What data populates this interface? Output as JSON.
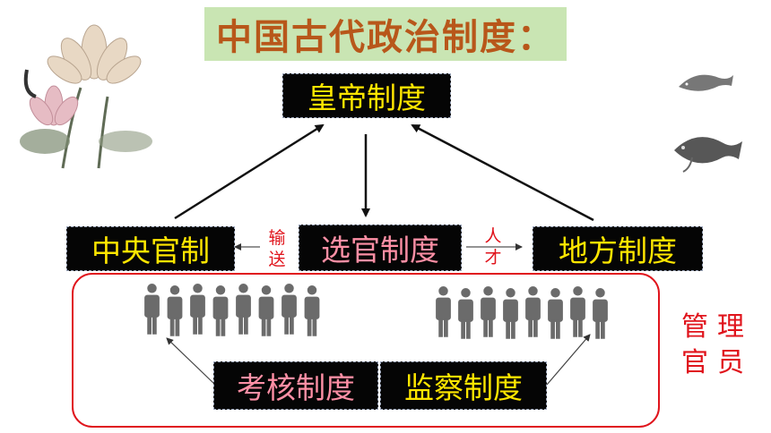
{
  "title": "中国古代政治制度：",
  "nodes": {
    "emperor": "皇帝制度",
    "central": "中央官制",
    "selection": "选官制度",
    "local": "地方制度",
    "assessment": "考核制度",
    "supervision": "监察制度"
  },
  "edge_labels": {
    "left_1": "输",
    "left_2": "送",
    "right_1": "人",
    "right_2": "才"
  },
  "manage_label": {
    "line1": "管理",
    "line2": "官员"
  },
  "colors": {
    "title_bg": "#c9e5b3",
    "title_text": "#b8571a",
    "node_bg": "#050505",
    "node_text_yellow": "#ffe600",
    "node_text_pink": "#ff8fa5",
    "accent_red": "#e0141c",
    "people_gray": "#6b6b6b"
  },
  "icons": [
    "lotus-painting",
    "ink-fish-icon",
    "koi-fish-icon",
    "people-group-icon"
  ]
}
